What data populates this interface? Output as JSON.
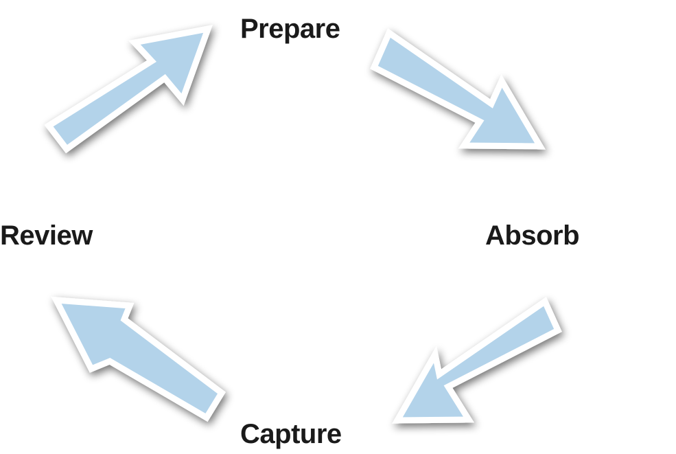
{
  "stages": [
    {
      "id": "prepare",
      "label": "Prepare"
    },
    {
      "id": "absorb",
      "label": "Absorb"
    },
    {
      "id": "capture",
      "label": "Capture"
    },
    {
      "id": "review",
      "label": "Review"
    }
  ],
  "colors": {
    "arrow_fill": "#b3d3ea",
    "arrow_stroke": "#ffffff",
    "shadow": "#6b6b6b",
    "label": "#1a1a1a"
  },
  "icons": {
    "arrow": "block-arrow-icon"
  }
}
